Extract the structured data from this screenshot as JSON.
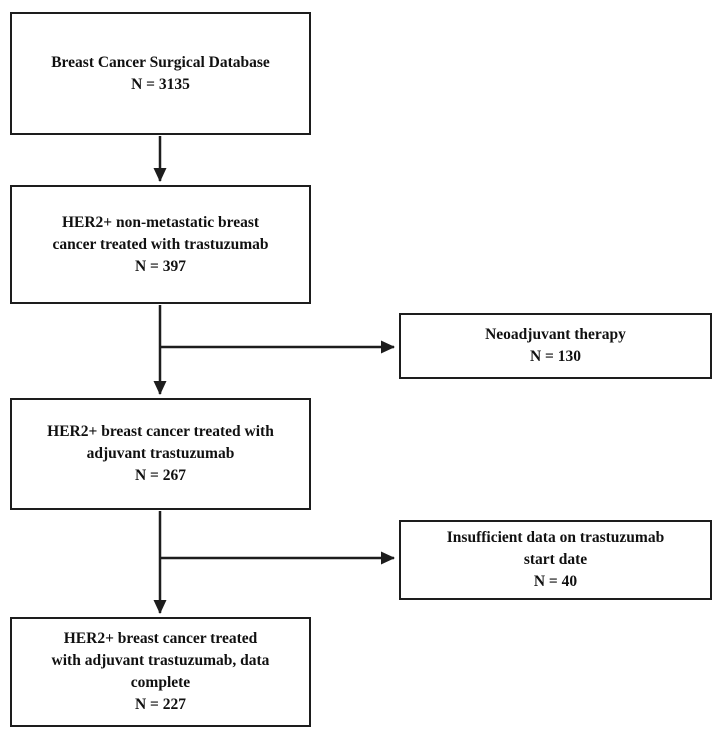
{
  "colors": {
    "box_border": "#1d1d1d",
    "arrow": "#1d1d1d",
    "background": "#ffffff",
    "text": "#111111"
  },
  "flowchart": {
    "nodes": {
      "database": {
        "text": "Breast Cancer Surgical Database",
        "n": "N = 3135"
      },
      "her2_nonmetastatic": {
        "text": "HER2+ non-metastatic breast\ncancer treated with trastuzumab",
        "n": "N = 397"
      },
      "neoadjuvant": {
        "text": "Neoadjuvant therapy",
        "n": "N = 130"
      },
      "adjuvant": {
        "text": "HER2+ breast cancer treated with\nadjuvant trastuzumab",
        "n": "N = 267"
      },
      "insufficient_data": {
        "text": "Insufficient data on trastuzumab\nstart date",
        "n": "N = 40"
      },
      "data_complete": {
        "text": "HER2+ breast cancer treated\nwith adjuvant trastuzumab, data\ncomplete",
        "n": "N = 227"
      }
    },
    "edges": [
      {
        "from": "database",
        "to": "her2_nonmetastatic"
      },
      {
        "from": "her2_nonmetastatic",
        "to": "adjuvant"
      },
      {
        "from": "her2_nonmetastatic",
        "to": "neoadjuvant",
        "branch": true
      },
      {
        "from": "adjuvant",
        "to": "data_complete"
      },
      {
        "from": "adjuvant",
        "to": "insufficient_data",
        "branch": true
      }
    ]
  }
}
